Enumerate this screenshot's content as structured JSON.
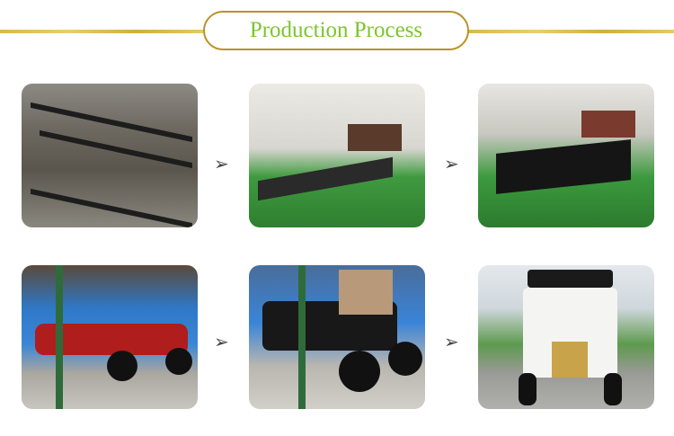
{
  "header": {
    "title": "Production Process"
  },
  "colors": {
    "title": "#7cc52e",
    "gold": "#d9b94a",
    "arrow": "#444444"
  },
  "steps": [
    {
      "image": "bare-chassis-frames"
    },
    {
      "image": "chassis-assembly"
    },
    {
      "image": "body-mounting"
    },
    {
      "image": "red-car-assembly"
    },
    {
      "image": "black-car-assembly"
    },
    {
      "image": "finished-white-car"
    }
  ],
  "arrow_icon": "arrow-right-icon",
  "arrow_glyph": "➢"
}
